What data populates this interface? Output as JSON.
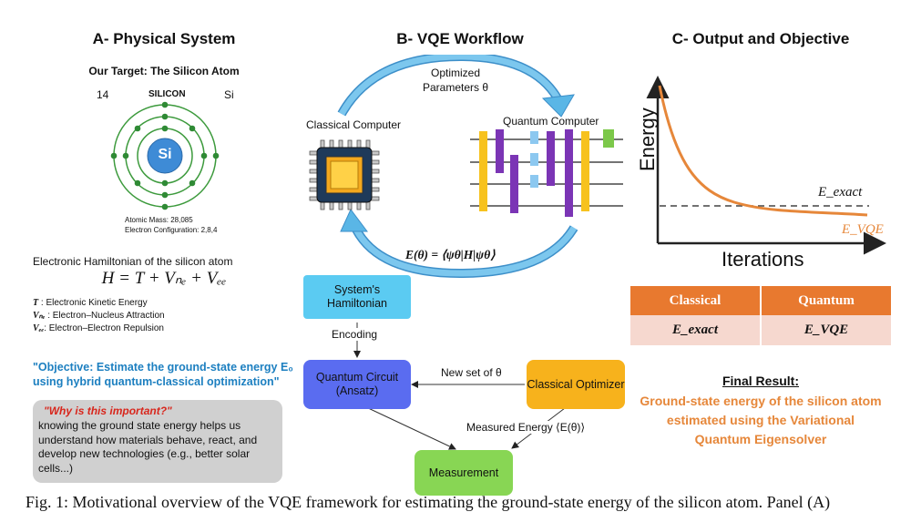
{
  "panel_a": {
    "title": "A- Physical System",
    "target_heading": "Our Target: The Silicon Atom",
    "atomic_number": "14",
    "element_name": "SILICON",
    "symbol_small": "Si",
    "nucleus_label": "Si",
    "atomic_mass": "Atomic Mass: 28,085",
    "electron_config": "Electron Configuration: 2,8,4",
    "hamiltonian_heading": "Electronic Hamiltonian of the silicon atom",
    "hamiltonian_eq": "H = T + Vₙₑ + Vₑₑ",
    "terms": [
      {
        "sym": "T",
        "desc": " : Electronic Kinetic Energy"
      },
      {
        "sym": "Vₙₑ",
        "desc": " : Electron–Nucleus Attraction"
      },
      {
        "sym": "Vₑₑ",
        "desc": ": Electron–Electron Repulsion"
      }
    ],
    "objective_line1": "\"Objective: Estimate the ground-state energy E₀",
    "objective_line2": "using hybrid quantum-classical optimization\"",
    "why_title": "\"Why is this important?\"",
    "why_body": "knowing the ground state energy helps us understand how materials behave, react, and develop new technologies (e.g., better solar cells...)"
  },
  "panel_b": {
    "title": "B- VQE Workflow",
    "optimized_params_1": "Optimized",
    "optimized_params_2": "Parameters θ",
    "classical_computer": "Classical Computer",
    "quantum_computer": "Quantum Computer",
    "energy_expr": "E(θ) = ⟨ψθ|H|ψθ⟩",
    "hamiltonian_box": "System's Hamiltonian",
    "encoding": "Encoding",
    "circuit_box": "Quantum Circuit (Ansatz)",
    "new_set": "New set of θ",
    "optimizer_box": "Classical Optimizer",
    "measured_energy": "Measured Energy ⟨E(θ)⟩",
    "measurement_box": "Measurement",
    "colors": {
      "hamiltonian": "#5bcbf2",
      "circuit": "#5a6cf0",
      "optimizer": "#f7b21c",
      "measurement": "#88d654",
      "arrow": "#4aa3dd"
    }
  },
  "panel_c": {
    "title": "C- Output and Objective",
    "y_axis": "Energy",
    "x_axis": "Iterations",
    "e_exact": "E_exact",
    "e_vqe": "E_VQE",
    "table_headers": [
      "Classical",
      "Quantum"
    ],
    "table_values": [
      "E_exact",
      "E_VQE"
    ],
    "final_title": "Final Result:",
    "final_body": "Ground-state energy of the silicon atom estimated using the Variational Quantum Eigensolver",
    "colors": {
      "curve": "#e6873a",
      "header": "#e8792f",
      "row": "#f6d8cf"
    }
  },
  "caption": "Fig. 1: Motivational overview of the VQE framework for estimating the ground-state energy of the silicon atom. Panel (A)"
}
